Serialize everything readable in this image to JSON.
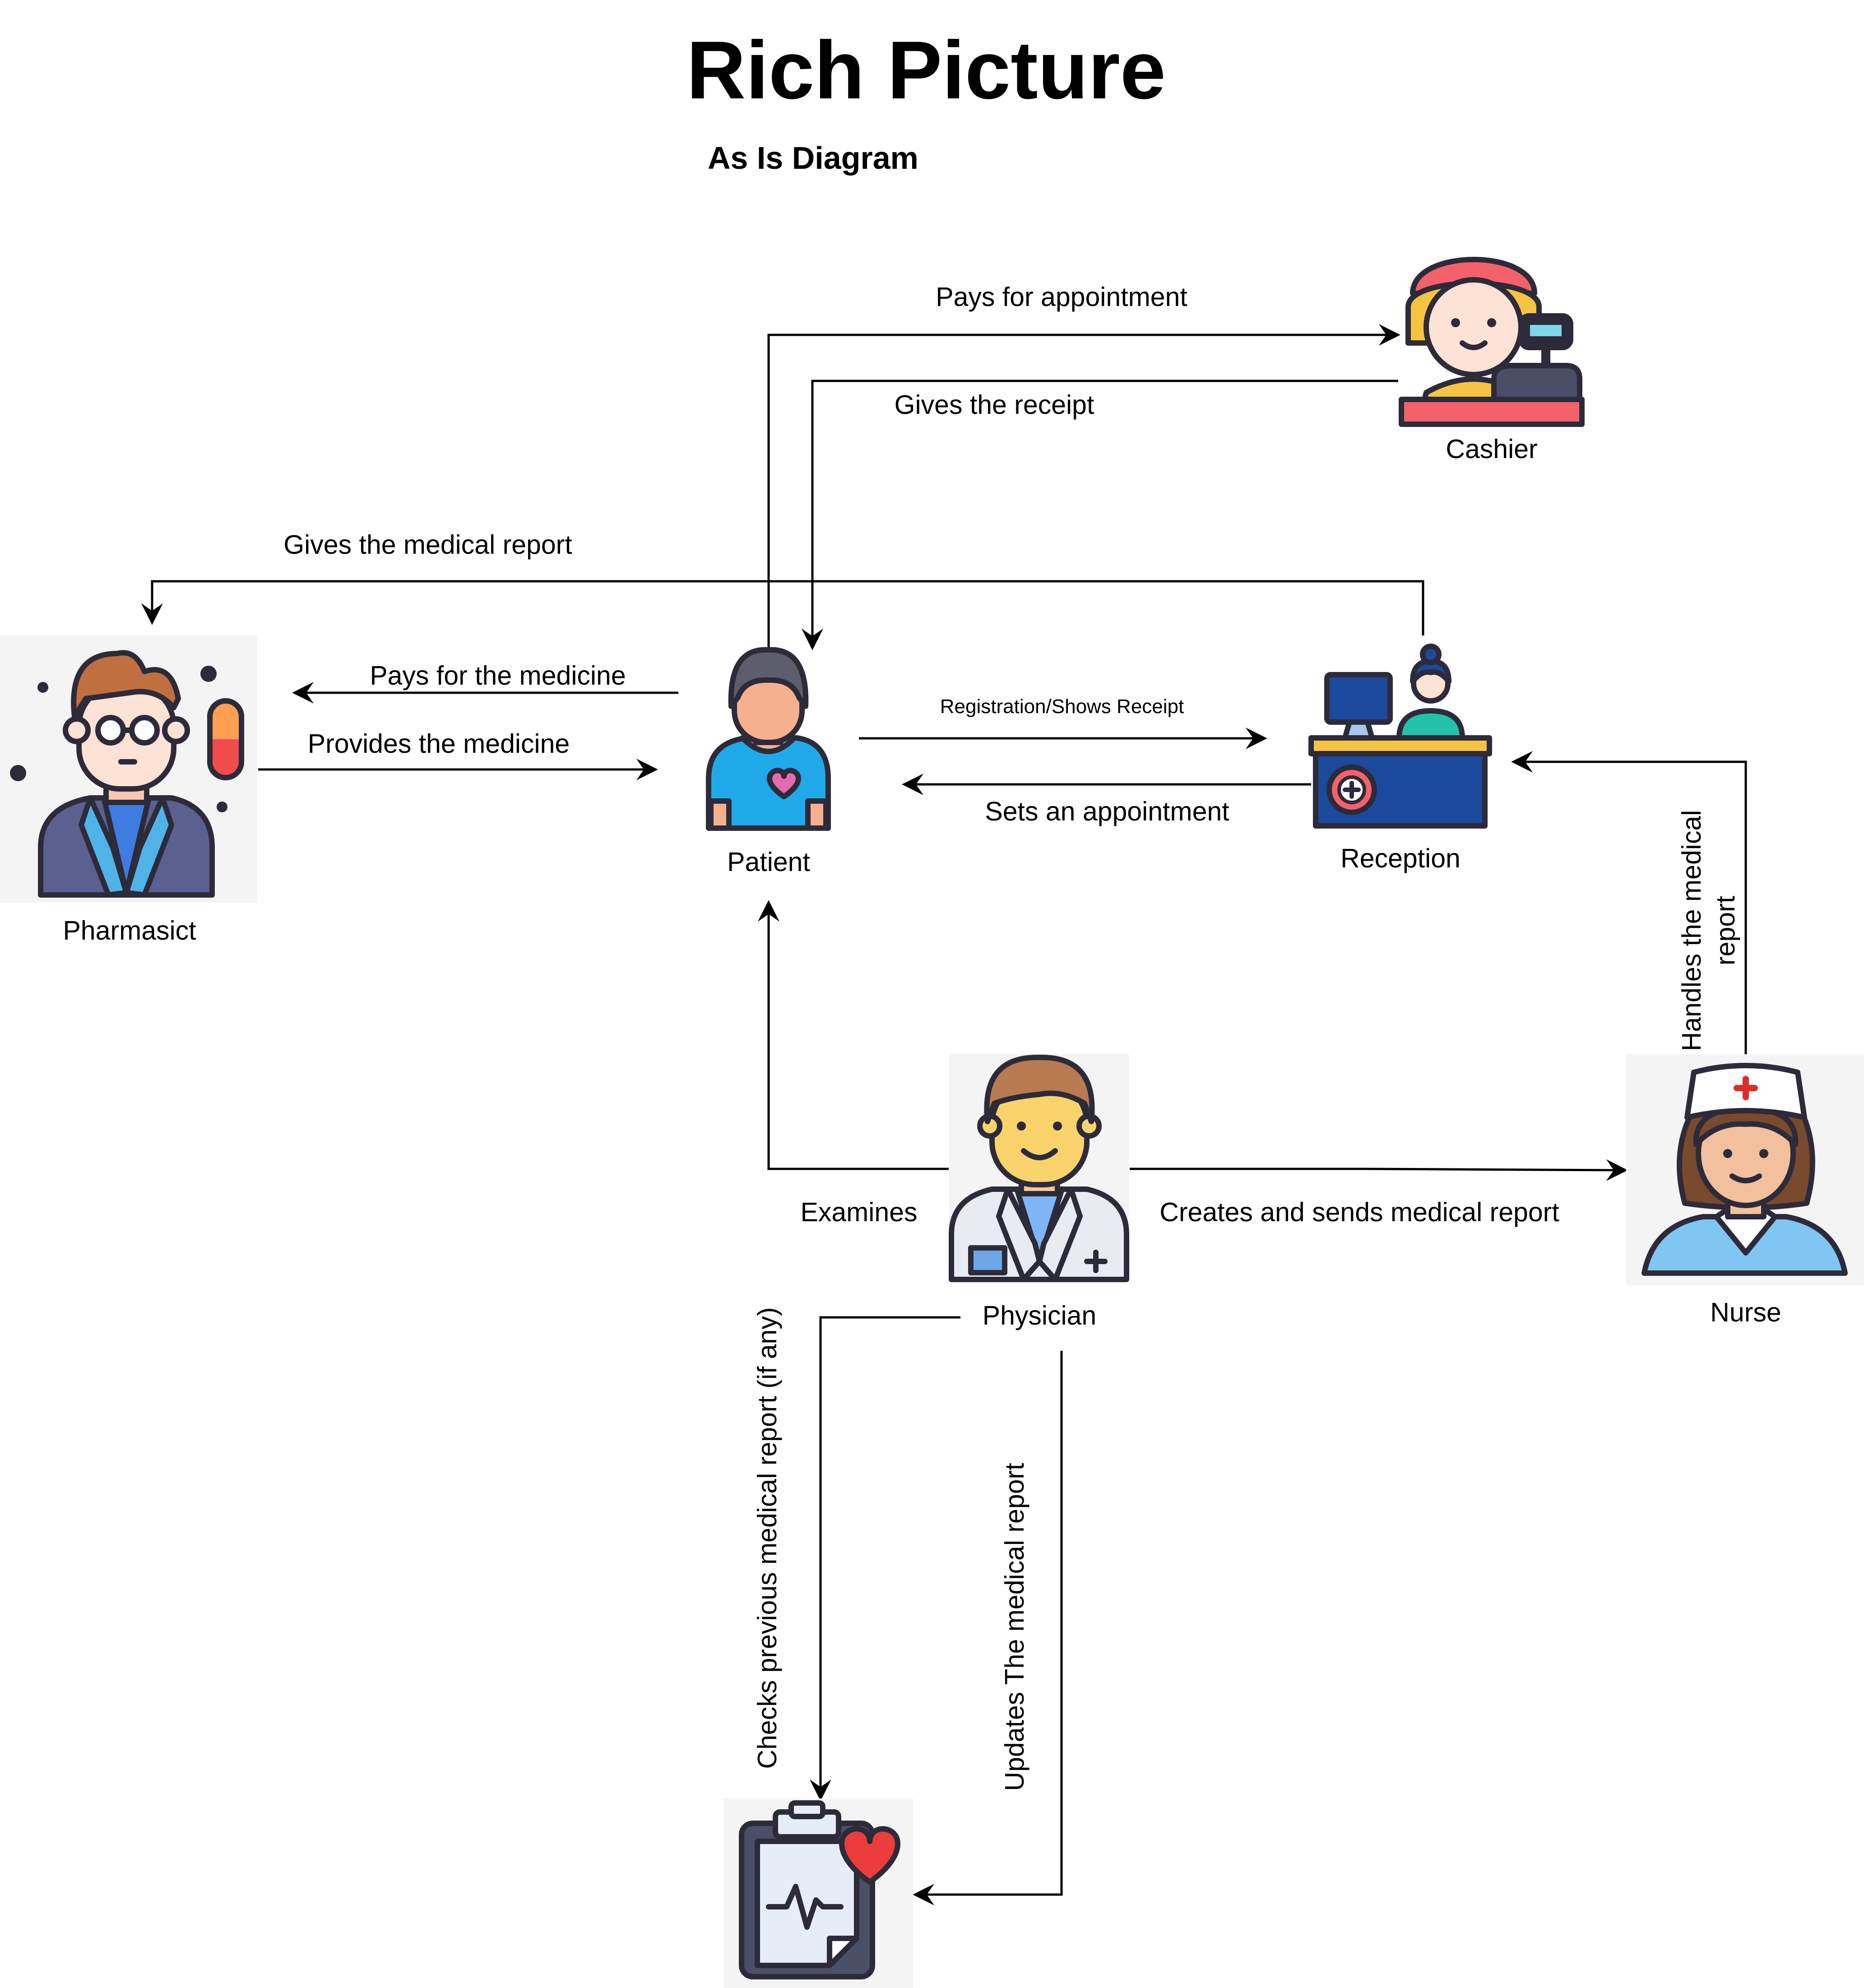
{
  "title": "Rich Picture",
  "subtitle": "As Is Diagram",
  "colors": {
    "outline": "#2d2b3a",
    "skin": "#f5b08f",
    "patient_shirt": "#20a9e8",
    "reception_desk": "#1b4a9c",
    "desk_top": "#f6c343",
    "cashier_cap": "#f4616b",
    "nurse_cross": "#e02b2b",
    "pill_red": "#f14c4c",
    "pill_orange": "#ff9f51",
    "heart_red": "#ec3c3c",
    "icon_background": "#f4f4f4"
  },
  "nodes": {
    "cashier": {
      "label": "Cashier",
      "icon": "cashier-icon"
    },
    "pharmacist": {
      "label": "Pharmasict",
      "icon": "pharmacist-icon"
    },
    "patient": {
      "label": "Patient",
      "icon": "patient-icon"
    },
    "reception": {
      "label": "Reception",
      "icon": "reception-desk-icon"
    },
    "physician": {
      "label": "Physician",
      "icon": "physician-icon"
    },
    "nurse": {
      "label": "Nurse",
      "icon": "nurse-icon"
    },
    "medical_record": {
      "label": "",
      "icon": "medical-clipboard-icon"
    }
  },
  "edges": [
    {
      "from": "patient",
      "to": "cashier",
      "label": "Pays for appointment"
    },
    {
      "from": "cashier",
      "to": "patient",
      "label": "Gives the receipt"
    },
    {
      "from": "reception",
      "to": "pharmacist",
      "label": "Gives the medical report"
    },
    {
      "from": "patient",
      "to": "pharmacist",
      "label": "Pays for the medicine"
    },
    {
      "from": "pharmacist",
      "to": "patient",
      "label": "Provides the medicine"
    },
    {
      "from": "patient",
      "to": "reception",
      "label": "Registration/Shows Receipt"
    },
    {
      "from": "reception",
      "to": "patient",
      "label": "Sets an appointment"
    },
    {
      "from": "nurse",
      "to": "reception",
      "label_line1": "Handles the medical",
      "label_line2": "report"
    },
    {
      "from": "physician",
      "to": "patient",
      "label": "Examines"
    },
    {
      "from": "physician",
      "to": "nurse",
      "label": "Creates and sends medical report"
    },
    {
      "from": "physician",
      "to": "medical_record",
      "label": "Checks previous medical report (if any)"
    },
    {
      "from": "physician",
      "to": "medical_record",
      "label": "Updates The medical report"
    }
  ]
}
